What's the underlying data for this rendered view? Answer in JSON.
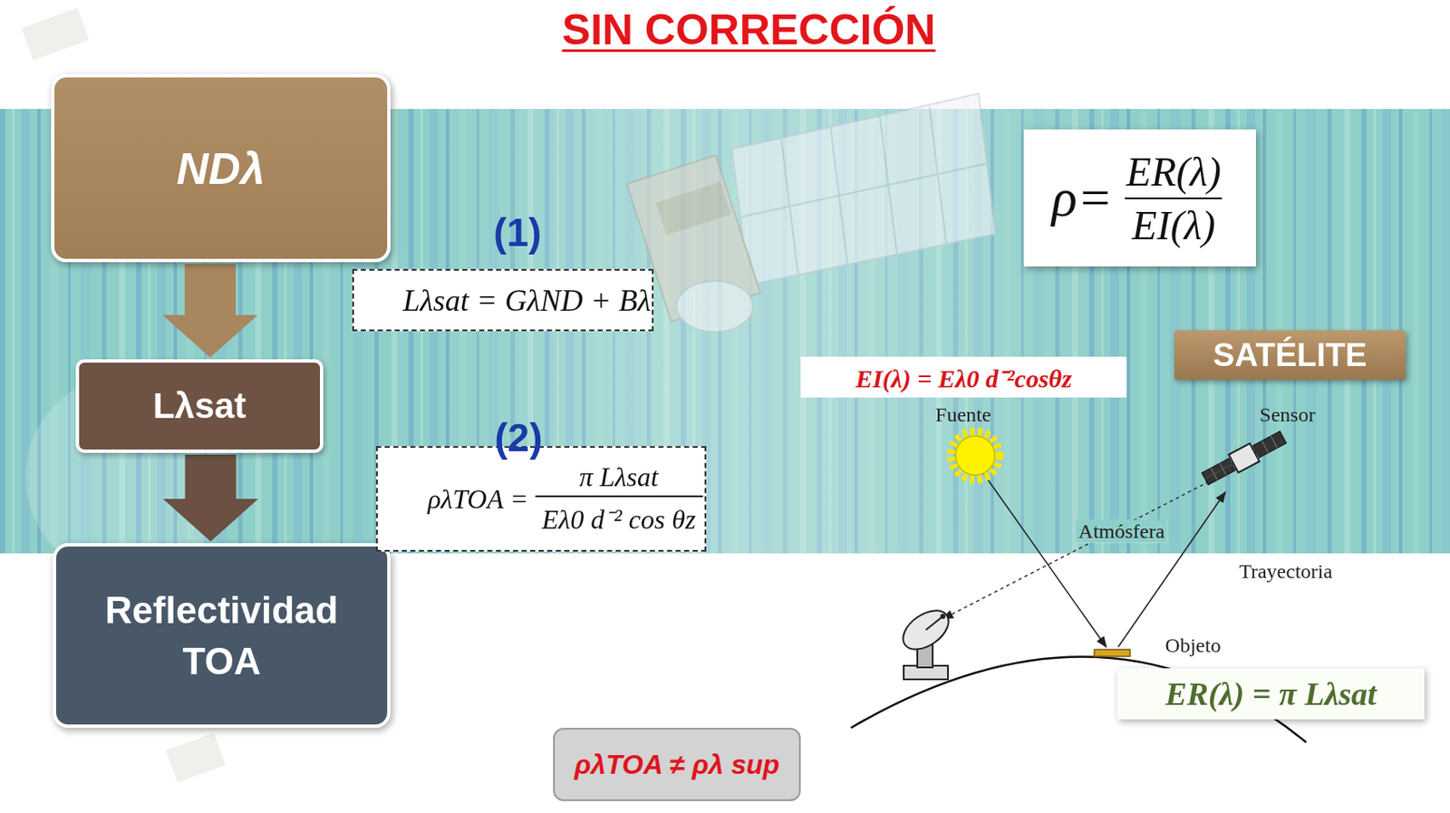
{
  "diagram": {
    "title": "SIN CORRECCIÓN",
    "nodes": [
      {
        "text": [
          "NDλ"
        ]
      },
      {
        "text": [
          "Lλsat"
        ]
      },
      {
        "text": [
          "Reflectividad TOA"
        ]
      },
      {
        "text": [
          "(1)",
          "Lλsat = GλND + Bλ"
        ]
      },
      {
        "text": [
          "(2)",
          "ρλTOA =",
          "π Lλsat",
          "Eλ0 d⁻² cos θz"
        ]
      },
      {
        "text": [
          "ρ=",
          "ER(λ)",
          "EI(λ)"
        ]
      },
      {
        "text": [
          "SATÉLITE"
        ]
      },
      {
        "text": [
          "EI(λ) = Eλ0 d⁻²cosθz"
        ]
      },
      {
        "text": [
          "ER(λ) = π Lλsat"
        ]
      },
      {
        "text": [
          "ρλTOA ≠ ρλ sup"
        ]
      }
    ],
    "edges": [
      {
        "from": 0,
        "to": 1,
        "arrow": "to"
      },
      {
        "from": 1,
        "to": 2,
        "arrow": "to"
      }
    ],
    "labels": [
      "Fuente",
      "Sensor",
      "Atmósfera",
      "Trayectoria",
      "Objeto"
    ]
  }
}
